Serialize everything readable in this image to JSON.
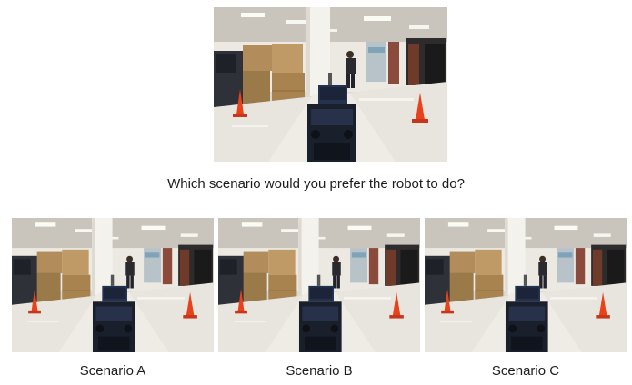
{
  "question": "Which scenario would you prefer the robot to do?",
  "scenarios": [
    {
      "label": "Scenario A"
    },
    {
      "label": "Scenario B"
    },
    {
      "label": "Scenario C"
    }
  ],
  "colors": {
    "cone": "#e8421c",
    "robot": "#1e2a44",
    "floor": "#e9e6df",
    "wall": "#f1efe9",
    "ceiling": "#cfcbc2"
  }
}
